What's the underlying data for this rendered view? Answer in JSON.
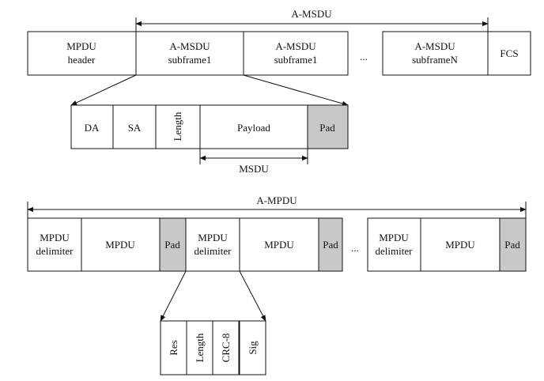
{
  "amsdu": {
    "span_label": "A-MSDU",
    "frame": {
      "mpdu_header": [
        "MPDU",
        "header"
      ],
      "subframe1": [
        "A-MSDU",
        "subframe1"
      ],
      "subframe2": [
        "A-MSDU",
        "subframe1"
      ],
      "ellipsis": "...",
      "subframeN": [
        "A-MSDU",
        "subframeN"
      ],
      "fcs": "FCS"
    },
    "subframe_fields": {
      "da": "DA",
      "sa": "SA",
      "length": "Length",
      "payload": "Payload",
      "pad": "Pad"
    },
    "msdu_label": "MSDU"
  },
  "ampdu": {
    "span_label": "A-MPDU",
    "frame": {
      "delimiter1": [
        "MPDU",
        "delimiter"
      ],
      "mpdu1": "MPDU",
      "pad1": "Pad",
      "delimiter2": [
        "MPDU",
        "delimiter"
      ],
      "mpdu2": "MPDU",
      "pad2": "Pad",
      "ellipsis": "...",
      "delimiter3": [
        "MPDU",
        "delimiter"
      ],
      "mpdu3": "MPDU",
      "pad3": "Pad"
    },
    "delimiter_fields": {
      "res": "Res",
      "length": "Length",
      "crc": "CRC-8",
      "sig": "Sig"
    }
  },
  "colors": {
    "line": "#111111",
    "pad_fill": "#c8c8c8",
    "box_fill": "#ffffff"
  }
}
